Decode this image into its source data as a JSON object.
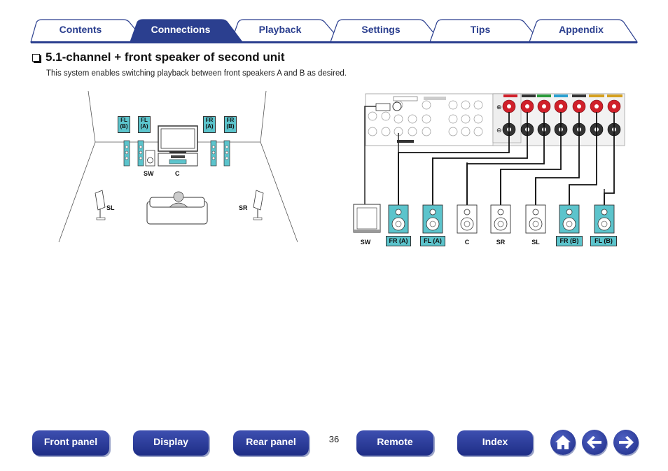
{
  "tabs": [
    {
      "label": "Contents",
      "active": false
    },
    {
      "label": "Connections",
      "active": true
    },
    {
      "label": "Playback",
      "active": false
    },
    {
      "label": "Settings",
      "active": false
    },
    {
      "label": "Tips",
      "active": false
    },
    {
      "label": "Appendix",
      "active": false
    }
  ],
  "heading": "5.1-channel + front speaker of second unit",
  "intro": "This system enables switching playback between front speakers A and B as desired.",
  "room": {
    "tags": [
      "FL\n(B)",
      "FL\n(A)",
      "FR\n(A)",
      "FR\n(B)"
    ],
    "sw": "SW",
    "c": "C",
    "sl": "SL",
    "sr": "SR"
  },
  "wiring": {
    "labels": [
      "SW",
      "FR (A)",
      "FL (A)",
      "C",
      "SR",
      "SL",
      "FR (B)",
      "FL (B)"
    ]
  },
  "nav": {
    "front_panel": "Front panel",
    "display": "Display",
    "rear_panel": "Rear panel",
    "page": "36",
    "remote": "Remote",
    "index": "Index"
  },
  "icons": {
    "home": "home-icon",
    "back": "arrow-left-icon",
    "forward": "arrow-right-icon"
  },
  "colors": {
    "brand": "#2b3f8f",
    "speaker_teal": "#5cc4cc",
    "terminal_red": "#d0202a"
  }
}
